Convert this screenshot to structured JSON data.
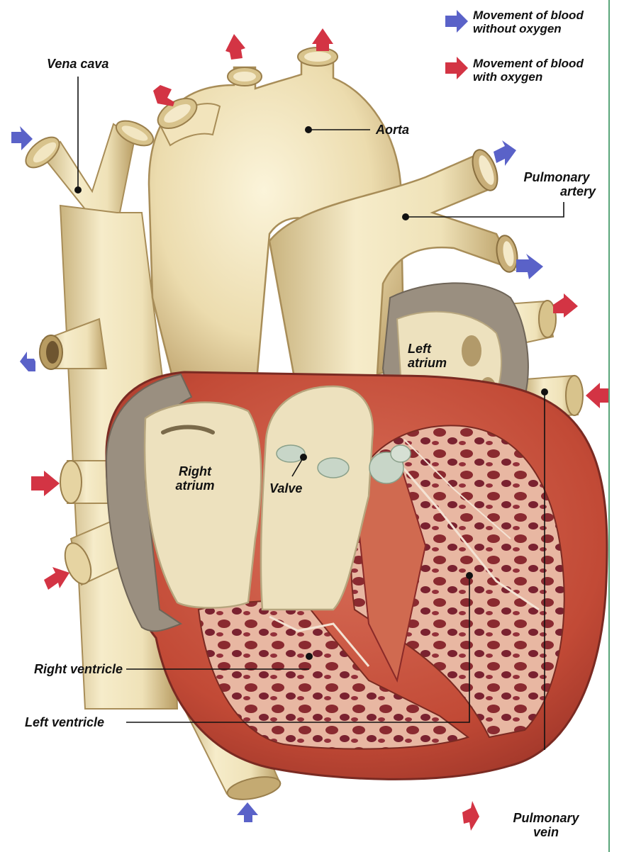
{
  "legend": {
    "deoxygenated_label": "Movement of blood without oxygen",
    "deoxygenated_color": "#5a62c8",
    "oxygenated_label": "Movement of blood with oxygen",
    "oxygenated_color": "#d33444"
  },
  "labels": {
    "vena_cava": "Vena cava",
    "aorta": "Aorta",
    "pulmonary_artery_line1": "Pulmonary",
    "pulmonary_artery_line2": "artery",
    "left_atrium_line1": "Left",
    "left_atrium_line2": "atrium",
    "right_atrium_line1": "Right",
    "right_atrium_line2": "atrium",
    "valve": "Valve",
    "right_ventricle": "Right ventricle",
    "left_ventricle": "Left ventricle",
    "pulmonary_vein_line1": "Pulmonary",
    "pulmonary_vein_line2": "vein"
  },
  "colors": {
    "vessel": "#efe2b8",
    "vessel_shadow": "#c9b37e",
    "chamber": "#e8dcb8",
    "muscle": "#c9533c",
    "muscle_dark": "#8a2a28",
    "fat_grey": "#9a8f80",
    "accent_line": "#5aa57a"
  }
}
